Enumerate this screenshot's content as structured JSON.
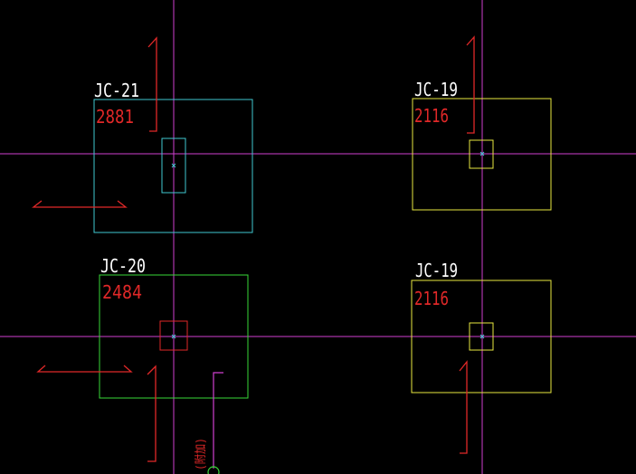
{
  "colors": {
    "background": "#000000",
    "grid": "#d040d0",
    "section_arrow": "#e02828",
    "label_name": "#ffffff",
    "label_value": "#e02828",
    "jc21": "#40c8d0",
    "jc20": "#38d838",
    "jc19": "#e8e840",
    "center_mark": "#40c8d0",
    "leader": "#d040d0"
  },
  "footings": [
    {
      "id": "jc21",
      "name": "JC-21",
      "value": "2881",
      "color_key": "jc21"
    },
    {
      "id": "jc19a",
      "name": "JC-19",
      "value": "2116",
      "color_key": "jc19"
    },
    {
      "id": "jc20",
      "name": "JC-20",
      "value": "2484",
      "color_key": "jc20"
    },
    {
      "id": "jc19b",
      "name": "JC-19",
      "value": "2116",
      "color_key": "jc19"
    }
  ],
  "annotation": {
    "text": "(附加)"
  }
}
